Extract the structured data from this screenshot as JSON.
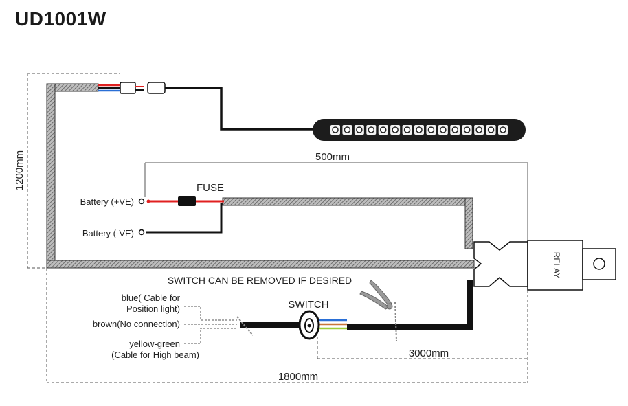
{
  "model": "UD1001W",
  "labels": {
    "fuse": "FUSE",
    "switch": "SWITCH",
    "relay": "RELAY",
    "battery_positive": "Battery (+VE)",
    "battery_negative": "Battery (-VE)",
    "switch_removable_note": "SWITCH CAN BE REMOVED IF DESIRED",
    "blue_cable_line1": "blue( Cable for",
    "blue_cable_line2": "Position light)",
    "brown_cable": "brown(No connection)",
    "yellow_green_line1": "yellow-green",
    "yellow_green_line2": "(Cable for High beam)"
  },
  "dimensions": {
    "height_1200": "1200mm",
    "width_500": "500mm",
    "width_3000": "3000mm",
    "width_1800": "1800mm"
  },
  "light_bar": {
    "led_count": 15
  },
  "colors": {
    "wire_red": "#e02020",
    "wire_blue": "#2a6fd6",
    "wire_black": "#111111",
    "wire_brown": "#c8763a",
    "wire_yellow_green": "#9ccc3a",
    "hatch": "#8a8a8a",
    "dim_line": "#555555"
  }
}
